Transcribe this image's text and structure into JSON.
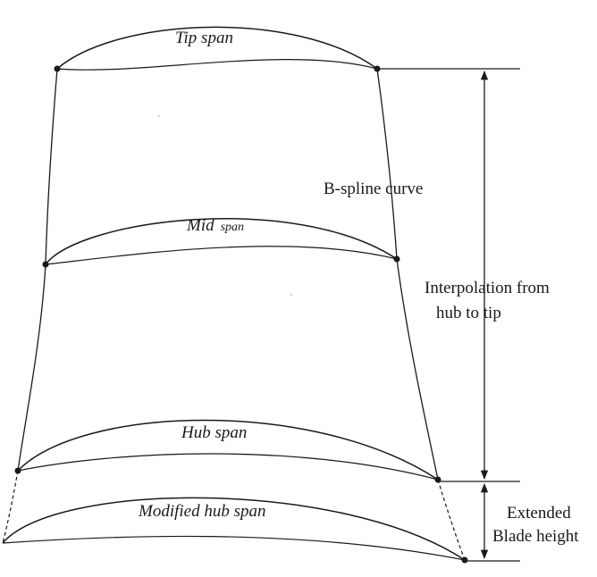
{
  "diagram": {
    "labels": {
      "tip_span": "Tip span",
      "mid_span_main": "Mid",
      "mid_span_sub": "span",
      "hub_span": "Hub span",
      "modified_hub_span": "Modified hub span",
      "b_spline": "B-spline curve",
      "interpolation_line1": "Interpolation from",
      "interpolation_line2": "hub to tip",
      "extended_line1": "Extended",
      "extended_line2": "Blade height"
    },
    "colors": {
      "stroke": "#1a1a1a",
      "background": "#ffffff"
    }
  }
}
